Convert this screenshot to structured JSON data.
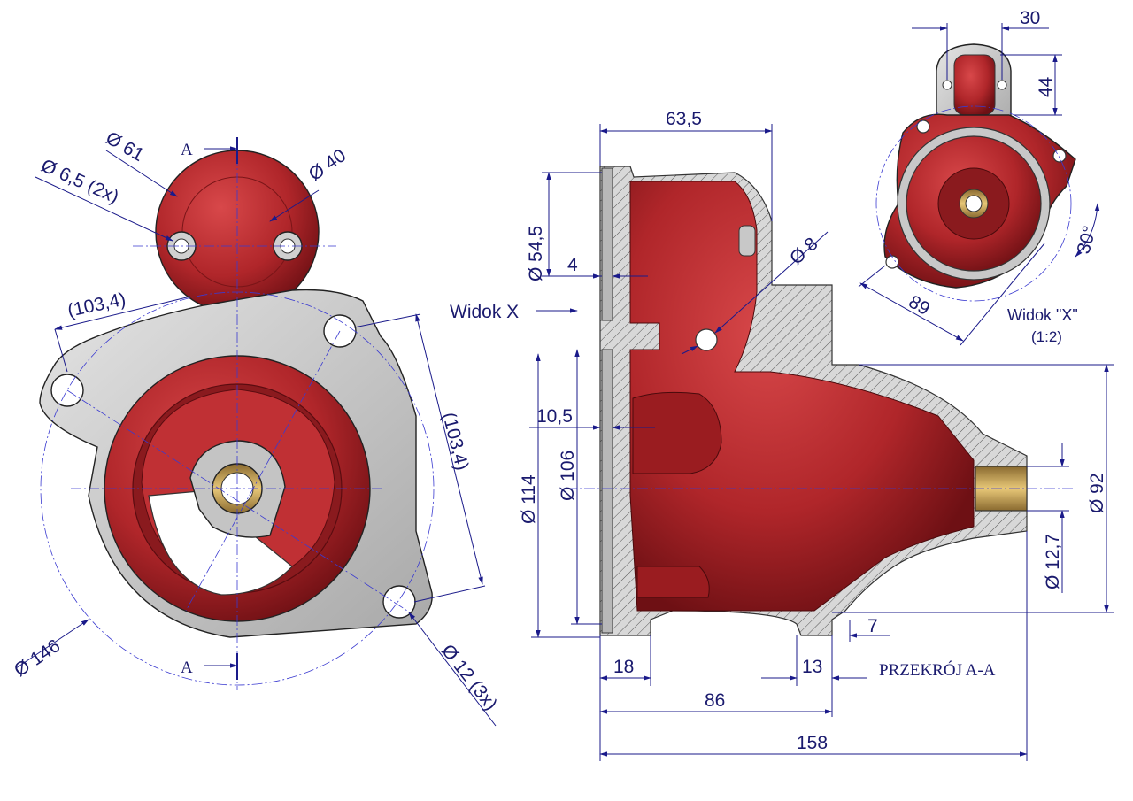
{
  "left_view": {
    "section_mark_top": "A",
    "section_mark_bottom": "A",
    "dim_phi61": "Ø 61",
    "dim_phi40": "Ø 40",
    "dim_phi65": "Ø 6,5  (2x)",
    "dim_103_4_a": "(103,4)",
    "dim_103_4_b": "(103,4)",
    "dim_phi146": "Ø 146",
    "dim_phi12": "Ø 12  (3x)"
  },
  "section_view": {
    "widok_label": "Widok X",
    "dim_63_5": "63,5",
    "dim_phi54_5": "Ø 54,5",
    "dim_4": "4",
    "dim_phi8": "Ø 8",
    "dim_10_5": "10,5",
    "dim_phi114": "Ø 114",
    "dim_phi106": "Ø 106",
    "dim_phi92": "Ø 92",
    "dim_phi12_7": "Ø 12,7",
    "dim_7": "7",
    "dim_18": "18",
    "dim_13": "13",
    "dim_86": "86",
    "dim_158": "158",
    "section_title": "PRZEKRÓJ A-A"
  },
  "detail_view": {
    "dim_30": "30",
    "dim_44": "44",
    "dim_89": "89",
    "dim_30deg": "30°",
    "title": "Widok \"X\"",
    "scale": "(1:2)"
  },
  "colors": {
    "casting_red": "#b0262a",
    "machined_grey": "#c8c8c8",
    "bushing_bronze": "#c8a050",
    "dimension_blue": "#1a1a8a"
  }
}
